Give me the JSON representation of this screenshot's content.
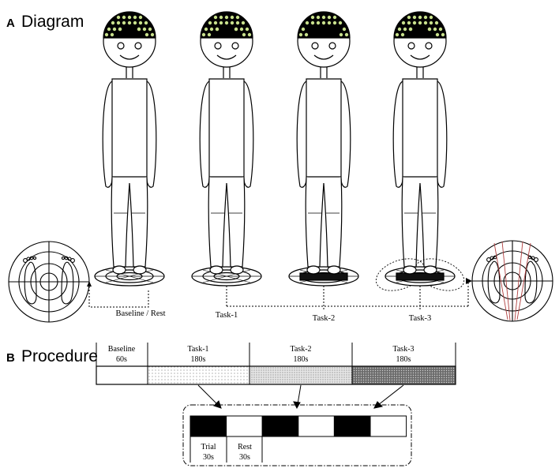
{
  "panel_a": {
    "letter": "A",
    "title": "Diagram",
    "conditions": [
      "Baseline / Rest",
      "Task-1",
      "Task-2",
      "Task-3"
    ]
  },
  "panel_b": {
    "letter": "B",
    "title": "Procedure",
    "timeline": [
      {
        "name": "Baseline",
        "duration": "60s",
        "seconds": 60
      },
      {
        "name": "Task-1",
        "duration": "180s",
        "seconds": 180
      },
      {
        "name": "Task-2",
        "duration": "180s",
        "seconds": 180
      },
      {
        "name": "Task-3",
        "duration": "180s",
        "seconds": 180
      }
    ],
    "block": {
      "trial_label": "Trial",
      "trial_duration": "30s",
      "rest_label": "Rest",
      "rest_duration": "30s"
    }
  },
  "colors": {
    "line": "#000000",
    "electrode": "#c8e08c",
    "task2_fill": "#d4d4d4",
    "task3_fill": "#7a7a7a",
    "sway_lines": "#b04040"
  }
}
